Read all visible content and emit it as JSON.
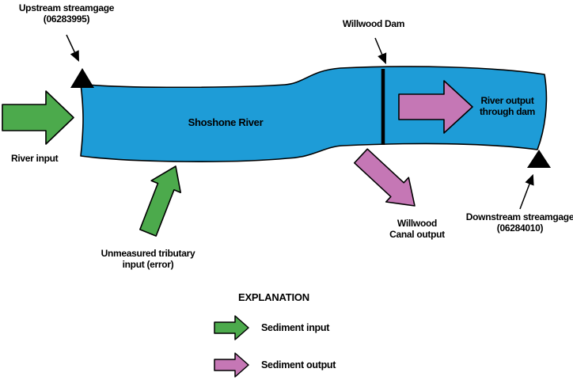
{
  "title": "Shoshone River sediment budget diagram",
  "colors": {
    "river": "#1e9cd7",
    "sediment_input": "#4caa4c",
    "sediment_output": "#c577b5",
    "outline": "#000000",
    "marker": "#000000",
    "text": "#000000"
  },
  "diagram": {
    "upstream_gage": {
      "line1": "Upstream streamgage",
      "line2": "(06283995)"
    },
    "dam_label": "Willwood Dam",
    "river_name": "Shoshone River",
    "river_input_label": "River input",
    "river_output": {
      "line1": "River output",
      "line2": "through dam"
    },
    "canal_output": {
      "line1": "Willwood",
      "line2": "Canal output"
    },
    "downstream_gage": {
      "line1": "Downstream streamgage",
      "line2": "(06284010)"
    },
    "tributary": {
      "line1": "Unmeasured tributary",
      "line2": "input (error)"
    }
  },
  "legend": {
    "title": "EXPLANATION",
    "items": [
      {
        "name": "sediment-input",
        "label": "Sediment input",
        "color": "#4caa4c"
      },
      {
        "name": "sediment-output",
        "label": "Sediment output",
        "color": "#c577b5"
      }
    ]
  }
}
